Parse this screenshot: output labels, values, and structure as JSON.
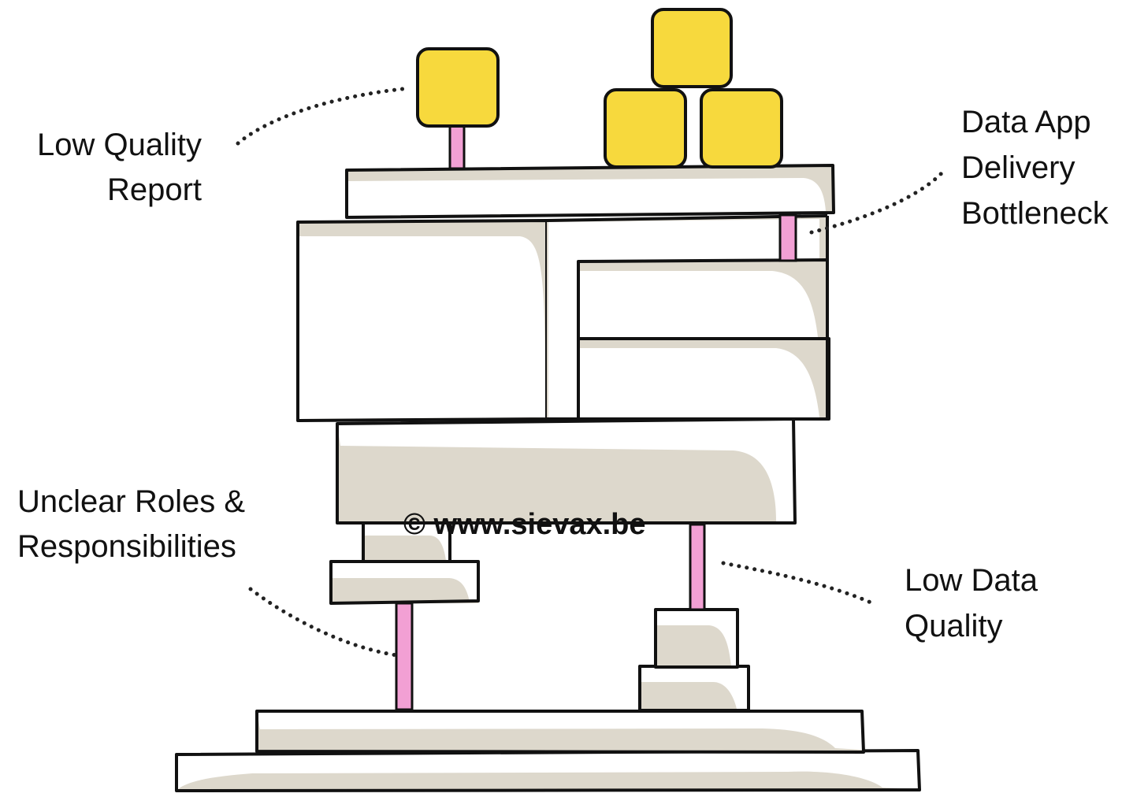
{
  "labels": {
    "low_quality_report": [
      "Low Quality",
      "Report"
    ],
    "data_app_delivery": [
      "Data App",
      "Delivery",
      "Bottleneck"
    ],
    "unclear_roles": [
      "Unclear Roles &",
      "Responsibilities"
    ],
    "low_data_quality": [
      "Low Data",
      "Quality"
    ]
  },
  "watermark": "© www.sievax.be",
  "colors": {
    "cube_fill": "#f7d93d",
    "pin_fill": "#f2a0d4",
    "shadow_fill": "#ddd8cc",
    "outline": "#111111"
  }
}
